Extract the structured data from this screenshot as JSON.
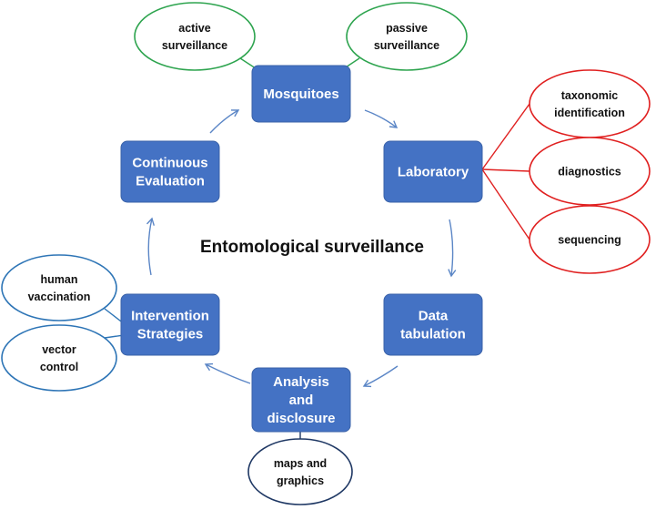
{
  "title": "Entomological surveillance",
  "colors": {
    "box_fill": "#4472C4",
    "box_text": "#ffffff",
    "arrow": "#5B86C6",
    "green": "#2EA44F",
    "red": "#E02020",
    "blue": "#2E75B6",
    "navy": "#1F3864"
  },
  "steps": [
    {
      "id": "mosquitoes",
      "lines": [
        "Mosquitoes"
      ]
    },
    {
      "id": "laboratory",
      "lines": [
        "Laboratory"
      ]
    },
    {
      "id": "data-tabulation",
      "lines": [
        "Data",
        "tabulation"
      ]
    },
    {
      "id": "analysis-disclosure",
      "lines": [
        "Analysis",
        "and",
        "disclosure"
      ]
    },
    {
      "id": "intervention-strategies",
      "lines": [
        "Intervention",
        "Strategies"
      ]
    },
    {
      "id": "continuous-evaluation",
      "lines": [
        "Continuous",
        "Evaluation"
      ]
    }
  ],
  "ovals": [
    {
      "id": "active-surveillance",
      "lines": [
        "active",
        "surveillance"
      ],
      "parent": "mosquitoes",
      "color": "green"
    },
    {
      "id": "passive-surveillance",
      "lines": [
        "passive",
        "surveillance"
      ],
      "parent": "mosquitoes",
      "color": "green"
    },
    {
      "id": "taxonomic-identification",
      "lines": [
        "taxonomic",
        "identification"
      ],
      "parent": "laboratory",
      "color": "red"
    },
    {
      "id": "diagnostics",
      "lines": [
        "diagnostics"
      ],
      "parent": "laboratory",
      "color": "red"
    },
    {
      "id": "sequencing",
      "lines": [
        "sequencing"
      ],
      "parent": "laboratory",
      "color": "red"
    },
    {
      "id": "human-vaccination",
      "lines": [
        "human",
        "vaccination"
      ],
      "parent": "intervention-strategies",
      "color": "blue"
    },
    {
      "id": "vector-control",
      "lines": [
        "vector",
        "control"
      ],
      "parent": "intervention-strategies",
      "color": "blue"
    },
    {
      "id": "maps-and-graphics",
      "lines": [
        "maps and",
        "graphics"
      ],
      "parent": "analysis-disclosure",
      "color": "navy"
    }
  ]
}
